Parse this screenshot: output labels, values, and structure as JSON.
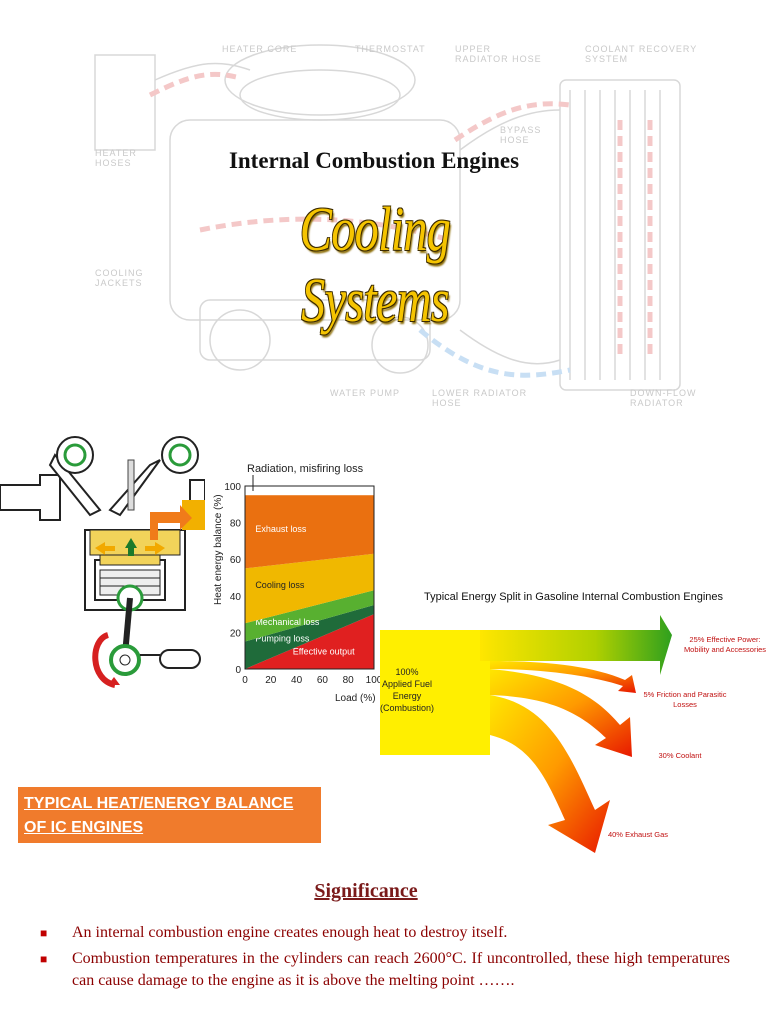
{
  "title": "Internal Combustion Engines",
  "subtitle": "Cooling Systems",
  "background_labels": {
    "heater_core": "HEATER CORE",
    "thermostat": "THERMOSTAT",
    "upper_hose": "UPPER RADIATOR HOSE",
    "coolant_recovery": "COOLANT RECOVERY SYSTEM",
    "bypass_hose": "BYPASS HOSE",
    "heater_hoses": "HEATER HOSES",
    "cooling_jackets": "COOLING JACKETS",
    "water_pump": "WATER PUMP",
    "lower_hose": "LOWER RADIATOR HOSE",
    "down_flow": "DOWN-FLOW RADIATOR"
  },
  "chart_data": [
    {
      "type": "area",
      "title": "Radiation, misfiring loss",
      "xlabel": "Load (%)",
      "ylabel": "Heat energy balance (%)",
      "xlim": [
        0,
        100
      ],
      "ylim": [
        0,
        100
      ],
      "x_ticks": [
        "0",
        "20",
        "40",
        "60",
        "80",
        "100"
      ],
      "y_ticks": [
        "0",
        "20",
        "40",
        "60",
        "80",
        "100"
      ],
      "x": [
        0,
        100
      ],
      "series": [
        {
          "name": "Effective output",
          "values": [
            0,
            30
          ],
          "color": "#e02020"
        },
        {
          "name": "Pumping loss",
          "values": [
            15,
            5
          ],
          "color": "#1f6b3a"
        },
        {
          "name": "Mechanical loss",
          "values": [
            10,
            8
          ],
          "color": "#58b030"
        },
        {
          "name": "Cooling loss",
          "values": [
            30,
            20
          ],
          "color": "#f0b800"
        },
        {
          "name": "Exhaust loss",
          "values": [
            40,
            32
          ],
          "color": "#ea7010"
        },
        {
          "name": "Radiation, misfiring loss",
          "values": [
            5,
            5
          ],
          "color": "#ffffff"
        }
      ]
    },
    {
      "type": "sankey",
      "title": "Typical Energy Split in Gasoline Internal Combustion Engines",
      "source": "100% Applied Fuel Energy (Combustion)",
      "flows": [
        {
          "label": "25% Effective Power: Mobility and Accessories",
          "value": 25
        },
        {
          "label": "5% Friction and Parasitic Losses",
          "value": 5
        },
        {
          "label": "30% Coolant",
          "value": 30
        },
        {
          "label": "40%  Exhaust Gas",
          "value": 40
        }
      ]
    }
  ],
  "sankey_text": {
    "title": "Typical Energy Split in Gasoline Internal Combustion Engines",
    "source": [
      "100%",
      "Applied Fuel",
      "Energy",
      "(Combustion)"
    ],
    "out1": [
      "25% Effective Power:",
      "Mobility and Accessories"
    ],
    "out2": [
      "5% Friction and Parasitic",
      "Losses"
    ],
    "out3": "30% Coolant",
    "out4": "40%  Exhaust Gas"
  },
  "box": {
    "line1": "TYPICAL HEAT/ENERGY BALANCE",
    "line2": "OF IC ENGINES"
  },
  "significance": {
    "heading": "Significance",
    "bullets": [
      "An internal combustion engine creates enough heat to destroy itself.",
      "Combustion temperatures in the cylinders can reach 2600°C. If uncontrolled, these high temperatures can cause damage to the engine as it is above the melting point ……."
    ]
  }
}
